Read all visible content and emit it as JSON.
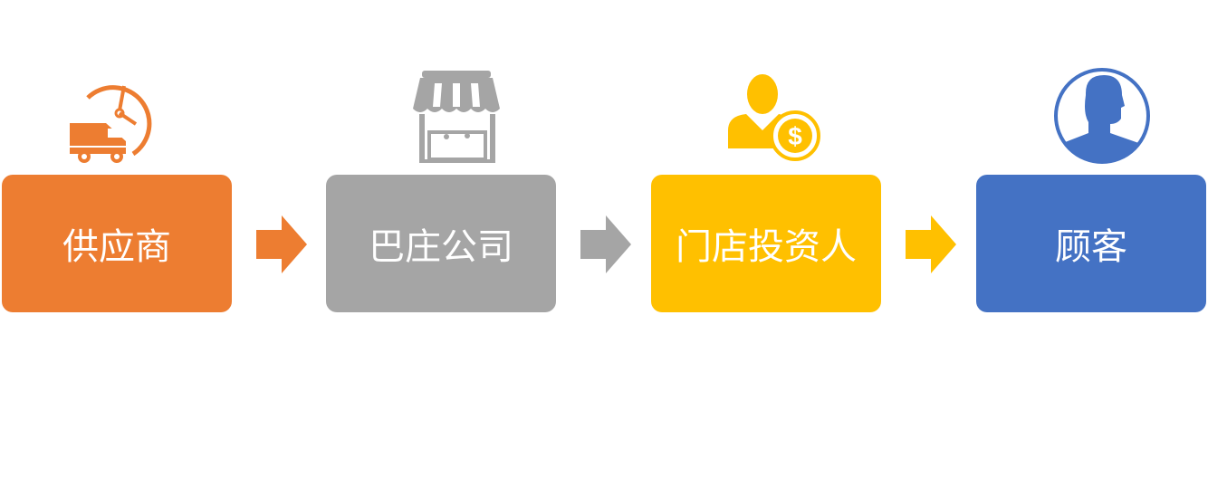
{
  "steps": [
    {
      "label": "供应商",
      "color": "#ED7D31",
      "icon": "delivery-truck-clock-icon"
    },
    {
      "label": "巴庄公司",
      "color": "#A5A5A5",
      "icon": "storefront-icon"
    },
    {
      "label": "门店投资人",
      "color": "#FFC000",
      "icon": "investor-dollar-icon"
    },
    {
      "label": "顾客",
      "color": "#4472C4",
      "icon": "customer-avatar-icon"
    }
  ]
}
